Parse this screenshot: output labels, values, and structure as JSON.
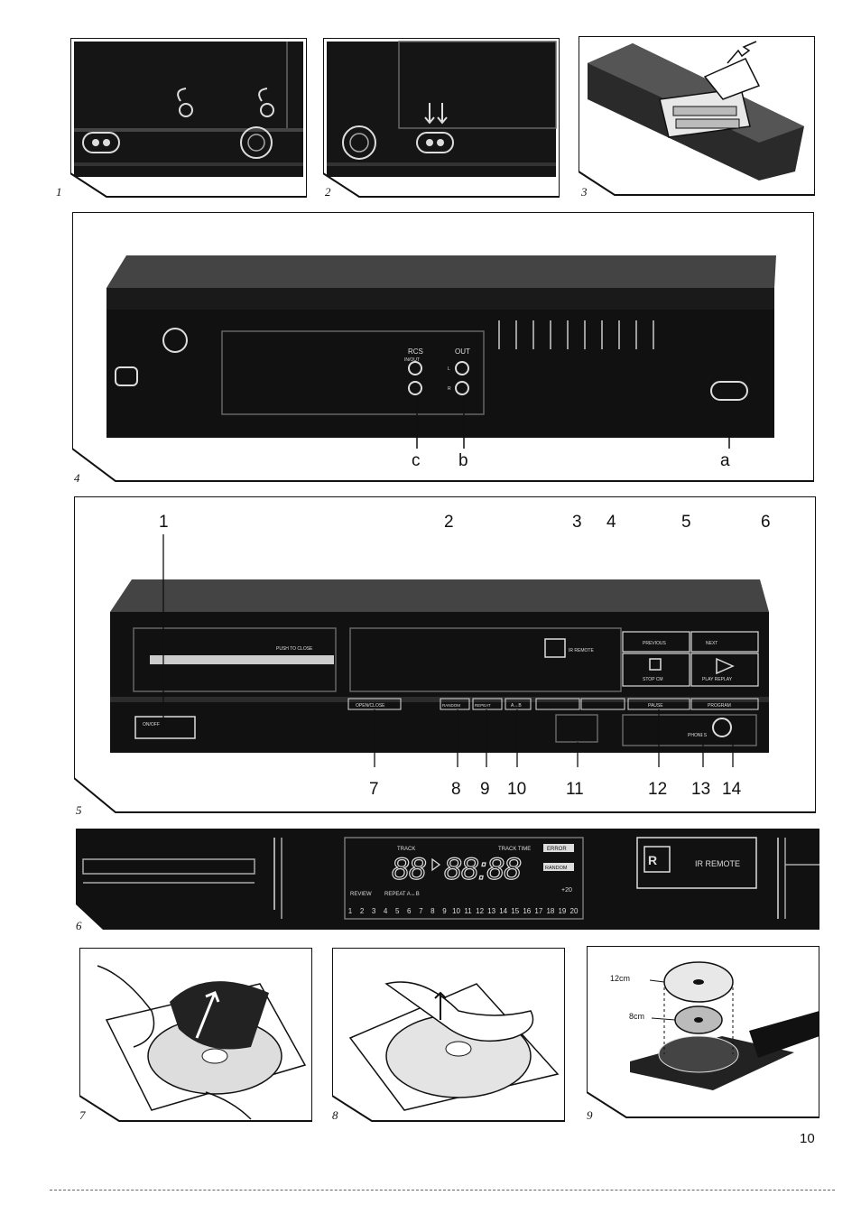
{
  "figures": [
    {
      "number": "1"
    },
    {
      "number": "2"
    },
    {
      "number": "3"
    },
    {
      "number": "4",
      "callouts": [
        "c",
        "b",
        "a"
      ],
      "rear_labels": {
        "rcs": "RCS",
        "rcs_sub": "IN/OUT",
        "out": "OUT",
        "l": "L",
        "r": "R"
      }
    },
    {
      "number": "5",
      "callouts_top": [
        "1",
        "2",
        "3",
        "4",
        "5",
        "6"
      ],
      "callouts_bottom": [
        "7",
        "8",
        "9",
        "10",
        "11",
        "12",
        "13",
        "14"
      ],
      "panel_labels": {
        "power": "ON/OFF",
        "push_to_close": "PUSH TO CLOSE",
        "open_close": "OPEN/CLOSE",
        "random": "RANDOM",
        "repeat": "REPEAT",
        "a_b": "A↔B",
        "ir_remote": "IR REMOTE",
        "previous": "PREVIOUS",
        "next": "NEXT",
        "stop_cm": "STOP CM",
        "play_replay": "PLAY REPLAY",
        "pause": "PAUSE",
        "program": "PROGRAM",
        "phones": "PHONES"
      }
    },
    {
      "number": "6",
      "display": {
        "track": "TRACK",
        "track_time": "TRACK TIME",
        "error": "ERROR",
        "random": "RANDOM",
        "review": "REVIEW",
        "repeat": "REPEAT A↔B",
        "plus20": "+20",
        "ir_remote": "IR REMOTE",
        "digits_track": "88",
        "digits_time": "88:88",
        "track_numbers": [
          "1",
          "2",
          "3",
          "4",
          "5",
          "6",
          "7",
          "8",
          "9",
          "10",
          "11",
          "12",
          "13",
          "14",
          "15",
          "16",
          "17",
          "18",
          "19",
          "20"
        ]
      }
    },
    {
      "number": "7"
    },
    {
      "number": "8"
    },
    {
      "number": "9",
      "labels": [
        "12cm",
        "8cm"
      ]
    }
  ],
  "page_number": "10"
}
